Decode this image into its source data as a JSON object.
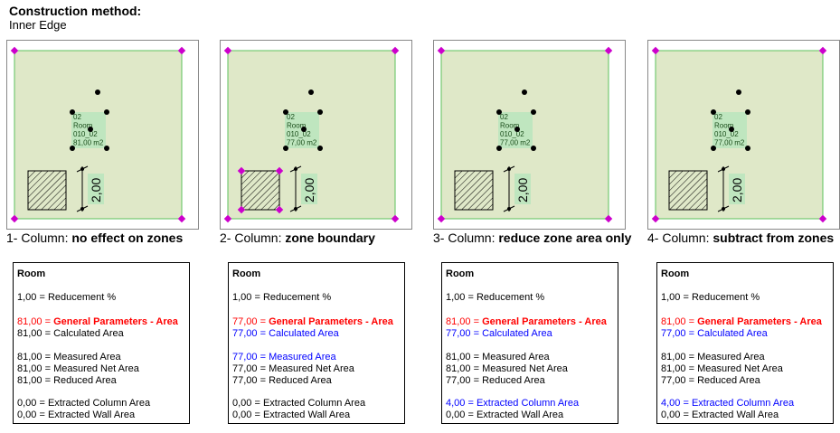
{
  "header": {
    "title": "Construction method:",
    "subtitle": "Inner Edge"
  },
  "colors": {
    "zone_fill": "#dfe8c8",
    "zone_border": "#5cc25c",
    "label_fill": "#bfe6bf",
    "handle": "#cc00cc",
    "red": "#ff0000",
    "blue": "#0000ff"
  },
  "panels": [
    {
      "caption_prefix": "1- Column: ",
      "caption_bold": "no effect on zones",
      "zone_label": [
        "02",
        "Room",
        "010_02",
        "81,00 m2"
      ],
      "dimension": "2,00",
      "column_handles": false,
      "room": {
        "title": "Room",
        "reducement": "1,00 = Reducement %",
        "gp_value": "81,00 = ",
        "gp_label": "General Parameters - Area",
        "calculated": "81,00 = Calculated Area",
        "measured": "81,00 = Measured Area",
        "measured_net": "81,00 = Measured Net Area",
        "reduced": "81,00 = Reduced Area",
        "extracted_column": "0,00 = Extracted Column Area",
        "extracted_wall": "0,00 = Extracted Wall Area",
        "calc_blue": false,
        "measured_blue": false,
        "column_blue": false
      }
    },
    {
      "caption_prefix": "2- Column: ",
      "caption_bold": "zone boundary",
      "zone_label": [
        "02",
        "Room",
        "010_02",
        "77,00 m2"
      ],
      "dimension": "2,00",
      "column_handles": true,
      "room": {
        "title": "Room",
        "reducement": "1,00 = Reducement %",
        "gp_value": "77,00 = ",
        "gp_label": "General Parameters - Area",
        "calculated": "77,00 = Calculated Area",
        "measured": "77,00 = Measured Area",
        "measured_net": "77,00 = Measured Net Area",
        "reduced": "77,00 = Reduced Area",
        "extracted_column": "0,00 = Extracted Column Area",
        "extracted_wall": "0,00 = Extracted Wall Area",
        "calc_blue": true,
        "measured_blue": true,
        "column_blue": false
      }
    },
    {
      "caption_prefix": "3- Column: ",
      "caption_bold": "reduce zone area only",
      "zone_label": [
        "02",
        "Room",
        "010_02",
        "77,00 m2"
      ],
      "dimension": "2,00",
      "column_handles": false,
      "room": {
        "title": "Room",
        "reducement": "1,00 = Reducement %",
        "gp_value": "81,00 = ",
        "gp_label": "General Parameters - Area",
        "calculated": "77,00 = Calculated Area",
        "measured": "81,00 = Measured Area",
        "measured_net": "81,00 = Measured Net Area",
        "reduced": "77,00 = Reduced Area",
        "extracted_column": "4,00 = Extracted Column Area",
        "extracted_wall": "0,00 = Extracted Wall Area",
        "calc_blue": true,
        "measured_blue": false,
        "column_blue": true
      }
    },
    {
      "caption_prefix": "4- Column: ",
      "caption_bold": "subtract from zones",
      "zone_label": [
        "02",
        "Room",
        "010_02",
        "77,00 m2"
      ],
      "dimension": "2,00",
      "column_handles": false,
      "room": {
        "title": "Room",
        "reducement": "1,00 = Reducement %",
        "gp_value": "81,00 = ",
        "gp_label": "General Parameters - Area",
        "calculated": "77,00 = Calculated Area",
        "measured": "81,00 = Measured Area",
        "measured_net": "81,00 = Measured Net Area",
        "reduced": "77,00 = Reduced Area",
        "extracted_column": "4,00 = Extracted Column Area",
        "extracted_wall": "0,00 = Extracted Wall Area",
        "calc_blue": true,
        "measured_blue": false,
        "column_blue": true
      }
    }
  ]
}
